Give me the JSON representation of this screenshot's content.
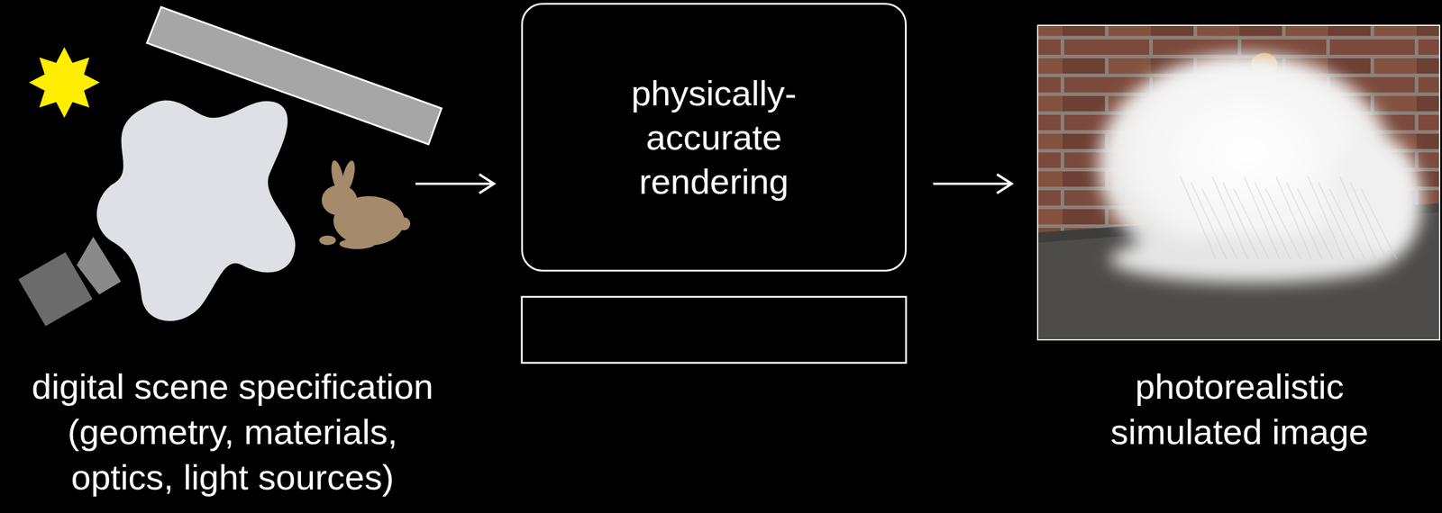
{
  "diagram": {
    "nodes": [
      {
        "text": [
          "physically-accurate rendering"
        ]
      }
    ],
    "labels": [
      "digital scene specification (geometry, materials, optics, light sources)",
      "photorealistic simulated image"
    ]
  }
}
